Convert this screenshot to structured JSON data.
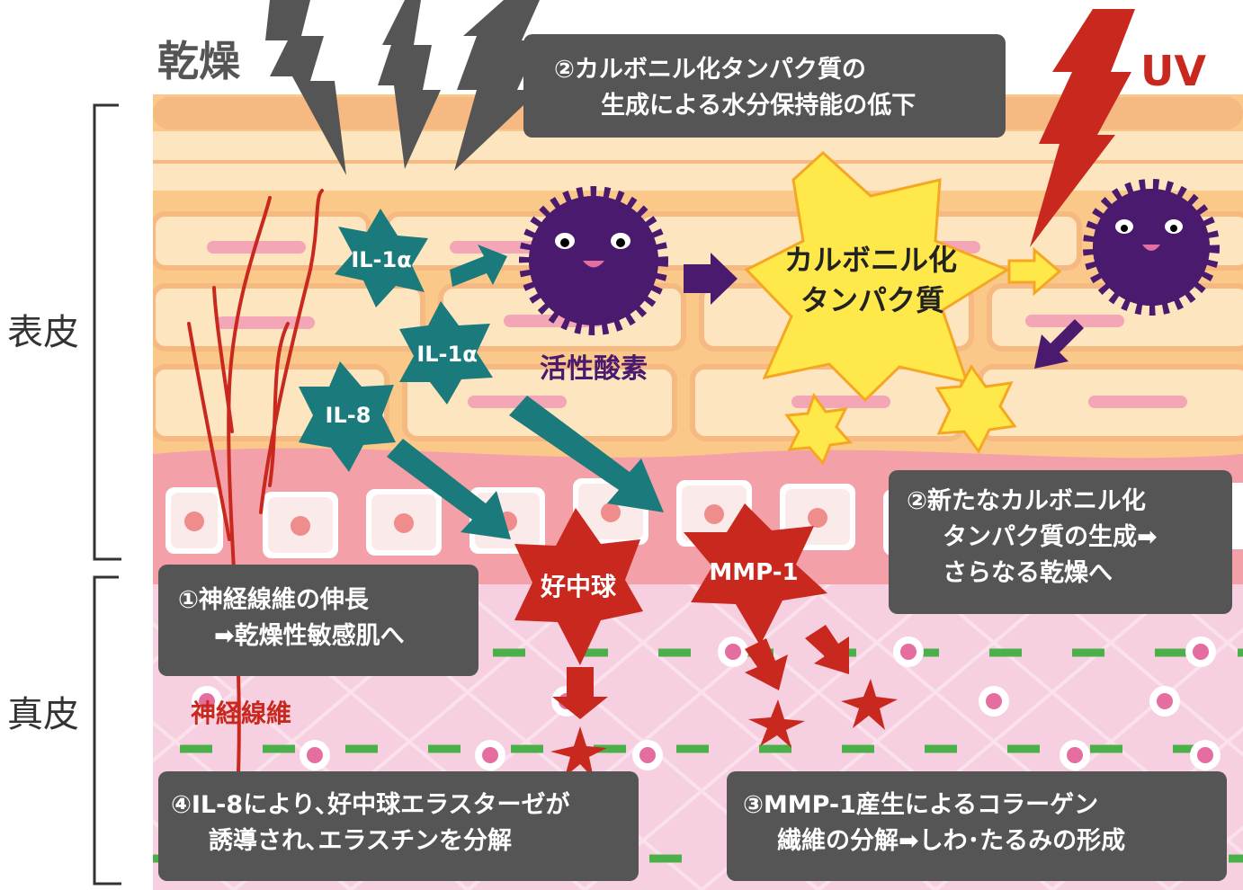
{
  "labels": {
    "dryness": "乾燥",
    "uv": "UV",
    "epidermis": "表皮",
    "dermis": "真皮",
    "il1a_1": "IL-1α",
    "il1a_2": "IL-1α",
    "il8": "IL-8",
    "ros": "活性酸素",
    "carbonyl_1": "カルボニル化",
    "carbonyl_2": "タンパク質",
    "neutrophil": "好中球",
    "mmp1": "MMP-1",
    "nerve": "神経線維"
  },
  "boxes": {
    "top_1": "②カルボニル化タンパク質の",
    "top_2": "生成による水分保持能の低下",
    "right_1": "②新たなカルボニル化",
    "right_2": "タンパク質の生成➡",
    "right_3": "さらなる乾燥へ",
    "left_1": "①神経線維の伸長",
    "left_2": "➡乾燥性敏感肌へ",
    "bl_1": "④IL-8により､好中球エラスターゼが",
    "bl_2": "誘導され､エラスチンを分解",
    "br_1": "③MMP-1産生によるコラーゲン",
    "br_2": "繊維の分解➡しわ･たるみの形成"
  },
  "colors": {
    "teal": "#1a7a7c",
    "purple": "#4a1a6e",
    "red": "#c8281e",
    "yellow": "#ffe94a",
    "box": "#555555",
    "skin_light": "#fde6bf",
    "skin_orange": "#fac98a",
    "dermis_pink": "#f6cfe0",
    "green_dash": "#4cb04a"
  },
  "icons": [
    "lightning-bolt-icon",
    "uv-lightning-icon",
    "arrow-icon",
    "star-burst-icon",
    "virus-face-icon"
  ]
}
